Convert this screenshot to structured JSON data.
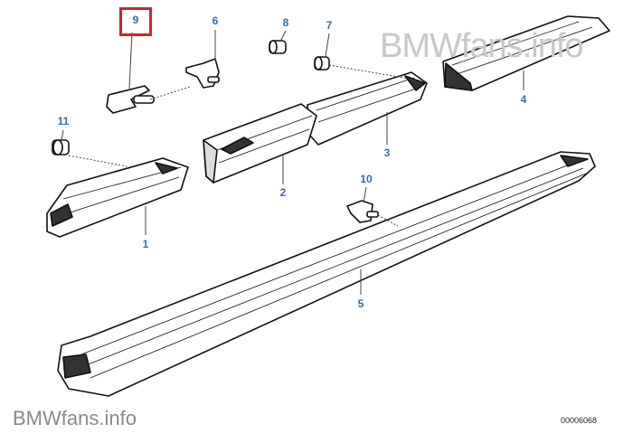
{
  "watermark": "BMWfans.info",
  "diagram_code": "00006068",
  "highlight_color": "#d9202a",
  "label_color": "#3a6aad",
  "highlighted_part": "9",
  "parts": [
    {
      "number": "1"
    },
    {
      "number": "2"
    },
    {
      "number": "3"
    },
    {
      "number": "4"
    },
    {
      "number": "5"
    },
    {
      "number": "6"
    },
    {
      "number": "7"
    },
    {
      "number": "8"
    },
    {
      "number": "9"
    },
    {
      "number": "10"
    },
    {
      "number": "11"
    }
  ]
}
